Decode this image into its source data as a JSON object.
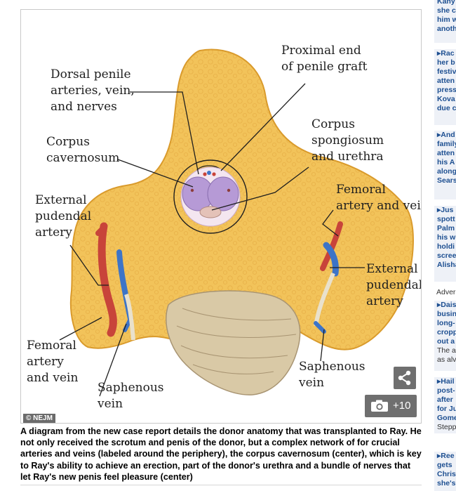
{
  "figure": {
    "labels": {
      "proximal_end": "Proximal end\nof penile graft",
      "dorsal_arteries": "Dorsal penile\narteries, vein,\nand nerves",
      "corpus_cavernosum": "Corpus\ncavernosum",
      "corpus_spongiosum": "Corpus\nspongiosum\nand urethra",
      "femoral_right": "Femoral\nartery and vein",
      "external_pudendal_left": "External\npudendal\nartery",
      "external_pudendal_right": "External\npudendal\nartery",
      "femoral_left": "Femoral\nartery\nand vein",
      "saphenous_left": "Saphenous\nvein",
      "saphenous_right": "Saphenous\nvein"
    },
    "credit": "© NEJM",
    "share_icon": "share-icon",
    "camera_icon": "camera-icon",
    "photo_count": "+10",
    "colors": {
      "tissue": "#f2c35a",
      "tissue_edge": "#d99a2b",
      "artery": "#c8443a",
      "vein": "#3d74c7",
      "cavernosum": "#b69ad6",
      "scrotum": "#d9c9a6"
    }
  },
  "caption": "A diagram from the new case report details the donor anatomy that was transplanted to Ray. He not only received the scrotum and penis of the donor, but a complex network of for crucial arteries and veins (labeled around the periphery), the corpus cavernosum (center), which is key to Ray's ability to achieve an erection, part of the donor's urethra and a bundle of nerves that let Ray's new penis feel pleasure (center)",
  "sidebar": {
    "items": [
      {
        "lines": [
          "Kany",
          "she c",
          "him w",
          "anoth"
        ]
      },
      {
        "lines": [
          "Rac",
          "her b",
          "festiv",
          "atten",
          "press",
          "Kova",
          "due c"
        ]
      },
      {
        "lines": [
          "And",
          "family",
          "atten",
          "his A",
          "along",
          "Sears"
        ]
      },
      {
        "lines": [
          "Jus",
          "spott",
          "Palm",
          "his w",
          "holdi",
          "scree",
          "Alisha"
        ]
      },
      {
        "lines": [
          "Dais",
          "busin",
          "long-",
          "cropp",
          "out a"
        ],
        "sub": [
          "The a",
          "as alv"
        ]
      },
      {
        "lines": [
          "Hail",
          "post-",
          "after",
          "for Ju",
          "Gome"
        ],
        "sub": [
          "Stepp"
        ]
      },
      {
        "lines": [
          "Ree",
          "gets",
          "Chris",
          "she's"
        ]
      }
    ],
    "ad_label": "Adver"
  }
}
